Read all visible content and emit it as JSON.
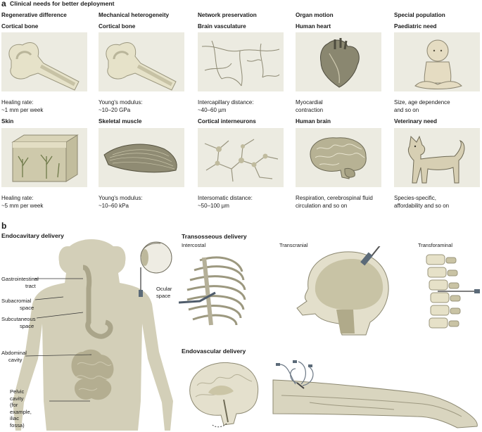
{
  "panel_a": {
    "letter": "a",
    "title": "Clinical needs for better deployment",
    "columns": [
      {
        "header": "Regenerative difference",
        "items": [
          {
            "subtitle": "Cortical bone",
            "icon": "bone-icon",
            "caption": [
              "Healing rate:",
              "~1 mm per week"
            ]
          },
          {
            "subtitle": "Skin",
            "icon": "skin-block-icon",
            "caption": [
              "Healing rate:",
              "~5 mm per week"
            ]
          }
        ]
      },
      {
        "header": "Mechanical heterogeneity",
        "items": [
          {
            "subtitle": "Cortical bone",
            "icon": "bone-icon",
            "caption": [
              "Young's modulus:",
              "~10–20 GPa"
            ]
          },
          {
            "subtitle": "Skeletal muscle",
            "icon": "muscle-icon",
            "caption": [
              "Young's modulus:",
              "~10–60 kPa"
            ]
          }
        ]
      },
      {
        "header": "Network preservation",
        "items": [
          {
            "subtitle": "Brain vasculature",
            "icon": "vasculature-icon",
            "caption": [
              "Intercapillary distance:",
              "~40–60 µm"
            ]
          },
          {
            "subtitle": "Cortical interneurons",
            "icon": "neurons-icon",
            "caption": [
              "Intersomatic distance:",
              "~50–100 µm"
            ]
          }
        ]
      },
      {
        "header": "Organ motion",
        "items": [
          {
            "subtitle": "Human heart",
            "icon": "heart-icon",
            "caption": [
              "Myocardial",
              "contraction"
            ]
          },
          {
            "subtitle": "Human brain",
            "icon": "brain-icon",
            "caption": [
              "Respiration, cerebrospinal fluid",
              "circulation and so on"
            ]
          }
        ]
      },
      {
        "header": "Special population",
        "items": [
          {
            "subtitle": "Paediatric need",
            "icon": "baby-icon",
            "caption": [
              "Size, age dependence",
              "and so on"
            ]
          },
          {
            "subtitle": "Veterinary need",
            "icon": "dog-icon",
            "caption": [
              "Species-specific,",
              "affordability and so on"
            ]
          }
        ]
      }
    ]
  },
  "panel_b": {
    "letter": "b",
    "endocavitary": {
      "title": "Endocavitary delivery",
      "labels": {
        "gi": [
          "Gastrointestinal",
          "tract"
        ],
        "subacromial": [
          "Subacromial",
          "space"
        ],
        "subcutaneous": [
          "Subcutaneous",
          "space"
        ],
        "abdominal": [
          "Abdominal",
          "cavity"
        ],
        "pelvic": [
          "Pelvic",
          "cavity",
          "(for",
          "example,",
          "iliac",
          "fossa)"
        ],
        "ocular": [
          "Ocular",
          "space"
        ]
      }
    },
    "transosseous": {
      "title": "Transosseous delivery",
      "labels": {
        "intercostal": "Intercostal",
        "transcranial": "Transcranial",
        "transforaminal": "Transforaminal"
      }
    },
    "endovascular": {
      "title": "Endovascular delivery"
    }
  },
  "colors": {
    "tile_bg": "#ecebe1",
    "tissue": "#d8d4bd",
    "line": "#5a5a55",
    "body": "#cdc8b2",
    "organ": "#b7b294"
  }
}
